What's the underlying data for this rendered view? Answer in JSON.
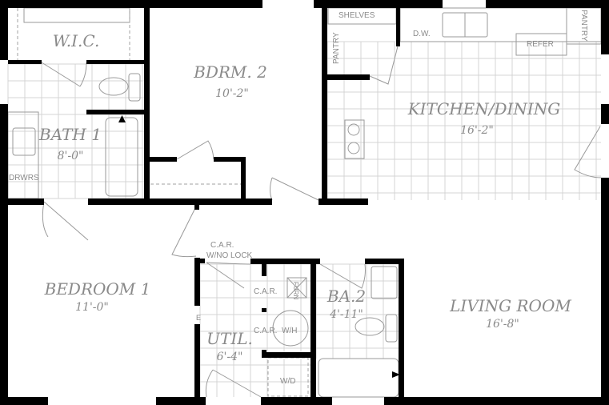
{
  "rooms": {
    "wic": {
      "name": "W.I.C."
    },
    "bath1": {
      "name": "BATH 1",
      "dim": "8'-0\""
    },
    "bdrm2": {
      "name": "BDRM. 2",
      "dim": "10'-2\""
    },
    "kitchen": {
      "name": "KITCHEN/DINING",
      "dim": "16'-2\""
    },
    "bedroom1": {
      "name": "BEDROOM 1",
      "dim": "11'-0\""
    },
    "util": {
      "name": "UTIL.",
      "dim": "6'-4\""
    },
    "ba2": {
      "name": "BA.2",
      "dim": "4'-11\""
    },
    "living": {
      "name": "LIVING ROOM",
      "dim": "16'-8\""
    }
  },
  "notes": {
    "drwrs": "DRWRS",
    "shelves": "SHELVES",
    "pantry_left": "PANTRY",
    "pantry_right": "PANTRY",
    "dw": "D.W.",
    "refer": "REFER",
    "car_nolock_1": "C.A.R.",
    "car_nolock_2": "W/NO LOCK",
    "car_1": "C.A.R.",
    "car_2": "C.A.R.",
    "wh": "W/H",
    "wd": "W/D",
    "furn": "FURN",
    "elec": "E"
  }
}
